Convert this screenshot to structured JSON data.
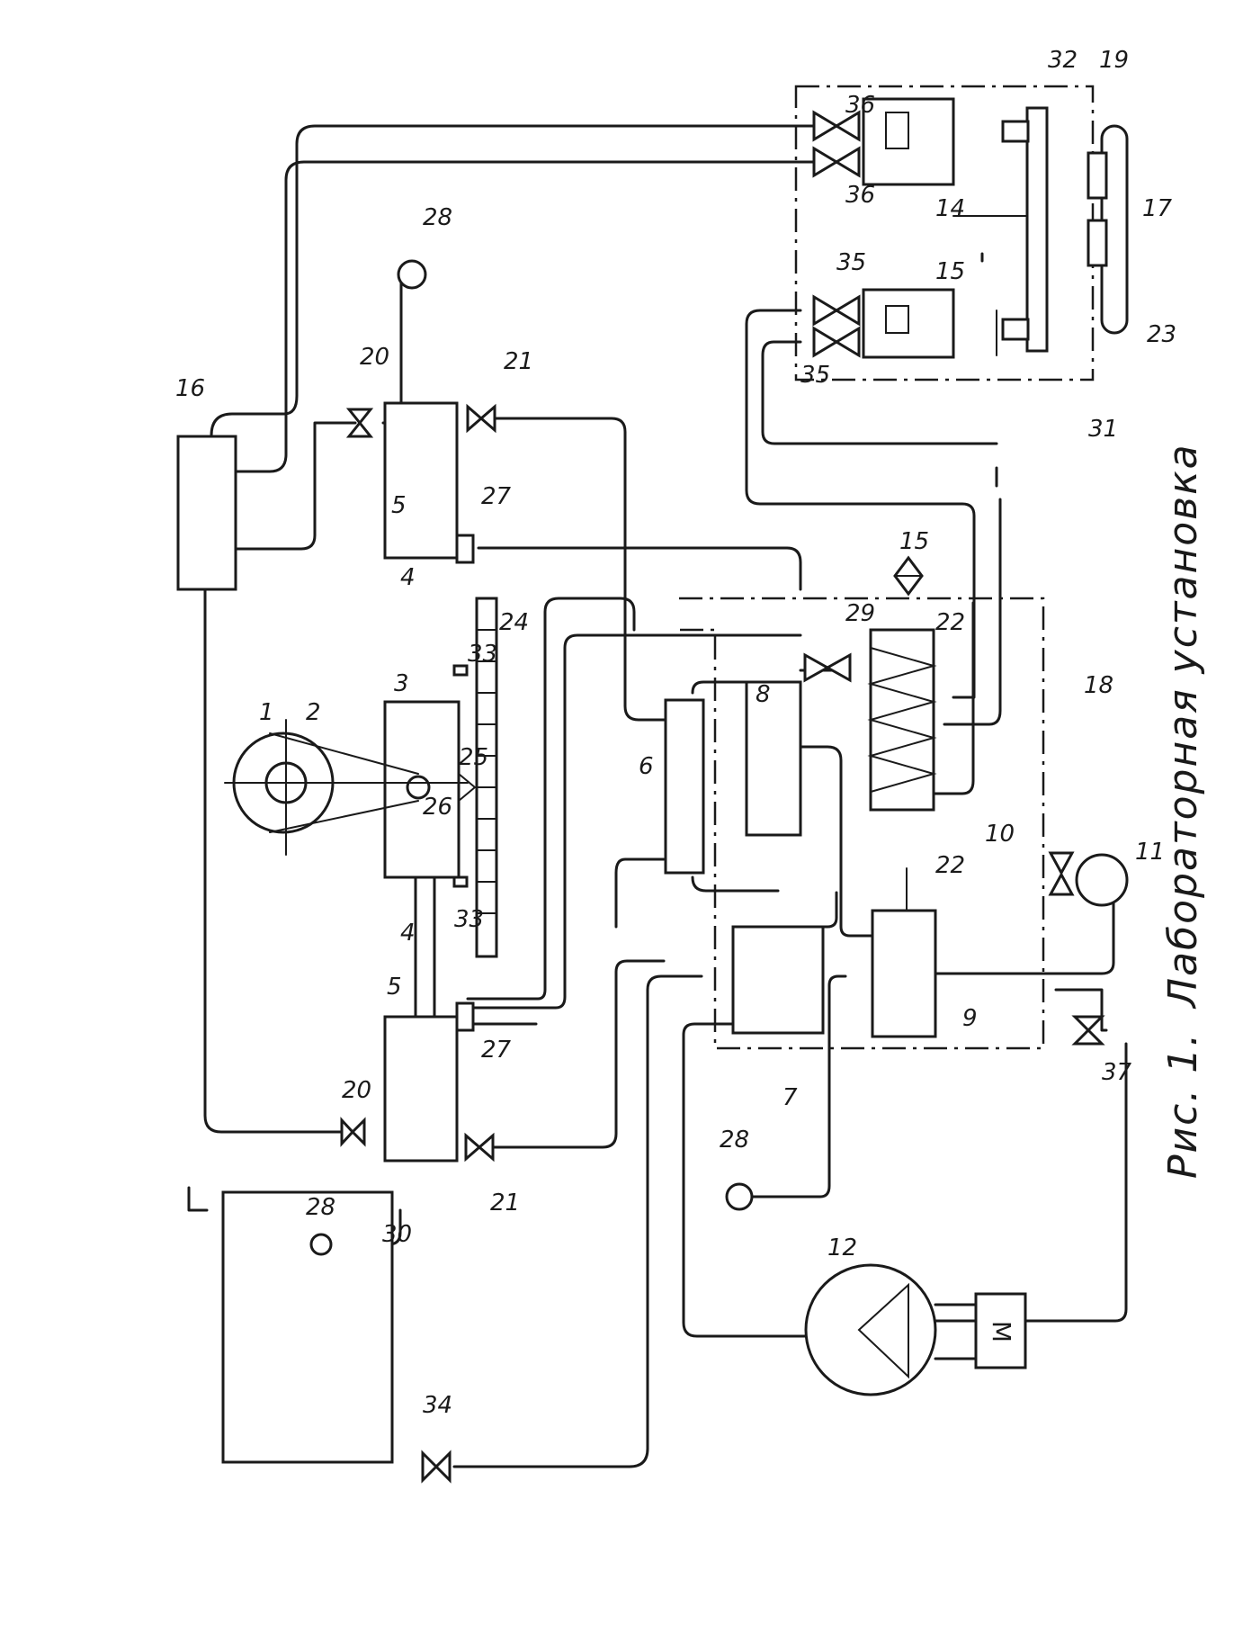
{
  "figure": {
    "caption_fig": "Рис. 1.",
    "caption_title": "Лабораторная установка"
  },
  "labels": {
    "l1": "1",
    "l2": "2",
    "l3": "3",
    "l4a": "4",
    "l4b": "4",
    "l5a": "5",
    "l5b": "5",
    "l6": "6",
    "l7": "7",
    "l8": "8",
    "l9": "9",
    "l10": "10",
    "l11": "11",
    "l12": "12",
    "l14": "14",
    "l15a": "15",
    "l15b": "15",
    "l16": "16",
    "l17": "17",
    "l18": "18",
    "l19": "19",
    "l20a": "20",
    "l20b": "20",
    "l21a": "21",
    "l21b": "21",
    "l22a": "22",
    "l22b": "22",
    "l23": "23",
    "l24": "24",
    "l25": "25",
    "l26": "26",
    "l27a": "27",
    "l27b": "27",
    "l28a": "28",
    "l28b": "28",
    "l28c": "28",
    "l29": "29",
    "l30": "30",
    "l31": "31",
    "l32": "32",
    "l33a": "33",
    "l33b": "33",
    "l34": "34",
    "l35a": "35",
    "l35b": "35",
    "l36a": "36",
    "l36b": "36",
    "l37": "37",
    "motor": "М"
  }
}
